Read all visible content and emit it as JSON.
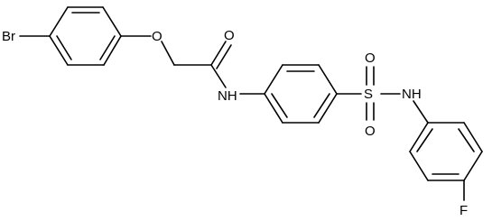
{
  "structure": {
    "atoms": {
      "bromine": "Br",
      "ether_oxygen": "O",
      "carbonyl_oxygen": "O",
      "amide_nitrogen": "NH",
      "sulfur": "S",
      "sulfonyl_oxygen_top": "O",
      "sulfonyl_oxygen_bottom": "O",
      "sulfonamide_nitrogen": "NH",
      "fluorine": "F"
    }
  },
  "colors": {
    "bond": "#000000",
    "label": "#000000",
    "background": "#ffffff"
  }
}
